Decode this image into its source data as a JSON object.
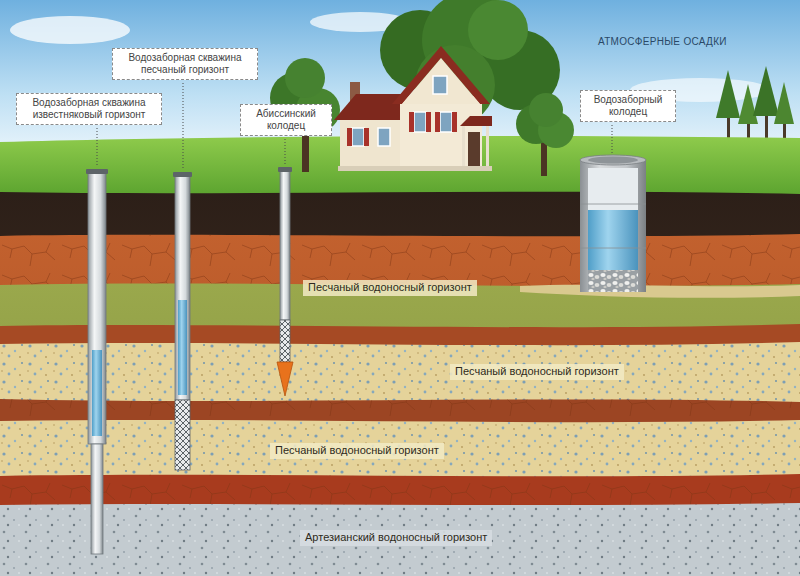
{
  "diagram": {
    "nodes": [
      {
        "text": [
          "Водозаборная скважина известняковый горизонт"
        ]
      },
      {
        "text": [
          "Водозаборная скважина песчаный горизонт"
        ]
      },
      {
        "text": [
          "Абиссинский колодец"
        ]
      },
      {
        "text": [
          "Водозаборный колодец"
        ]
      }
    ],
    "labels": [
      "АТМОСФЕРНЫЕ ОСАДКИ",
      "Песчаный водоносный горизонт",
      "Песчаный водоносный горизонт",
      "Песчаный водоносный горизонт",
      "Артезианский водоносный горизонт"
    ]
  }
}
